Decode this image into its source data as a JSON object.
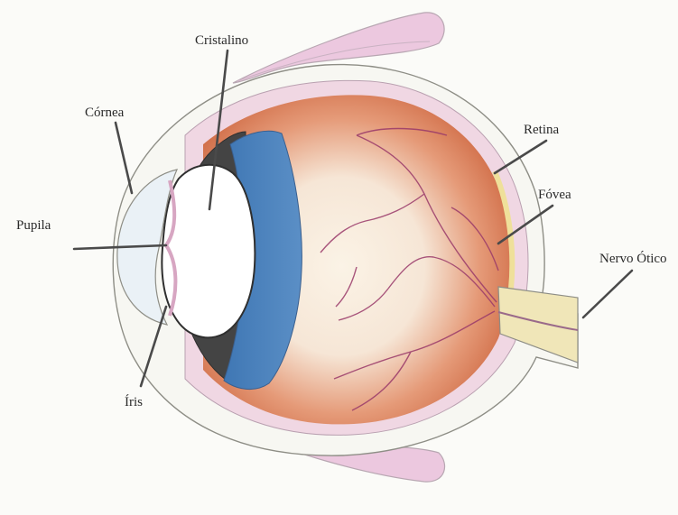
{
  "labels": {
    "cristalino": "Cristalino",
    "cornea": "Córnea",
    "retina": "Retina",
    "fovea": "Fóvea",
    "pupila": "Pupila",
    "nervo_otico": "Nervo Ótico",
    "iris": "Íris"
  },
  "colors": {
    "background": "#fbfbf8",
    "sclera_outline": "#9a9a90",
    "eyelid": "#ecc8df",
    "retina_fill": "#d67a55",
    "vitreous_light": "#f8eee2",
    "iris_blue": "#4a7fb8",
    "ciliary_dark": "#3a3a3a",
    "vessels": "#9a3a6a",
    "nerve": "#f0e6b8",
    "leader_line": "#4a4a4a"
  }
}
